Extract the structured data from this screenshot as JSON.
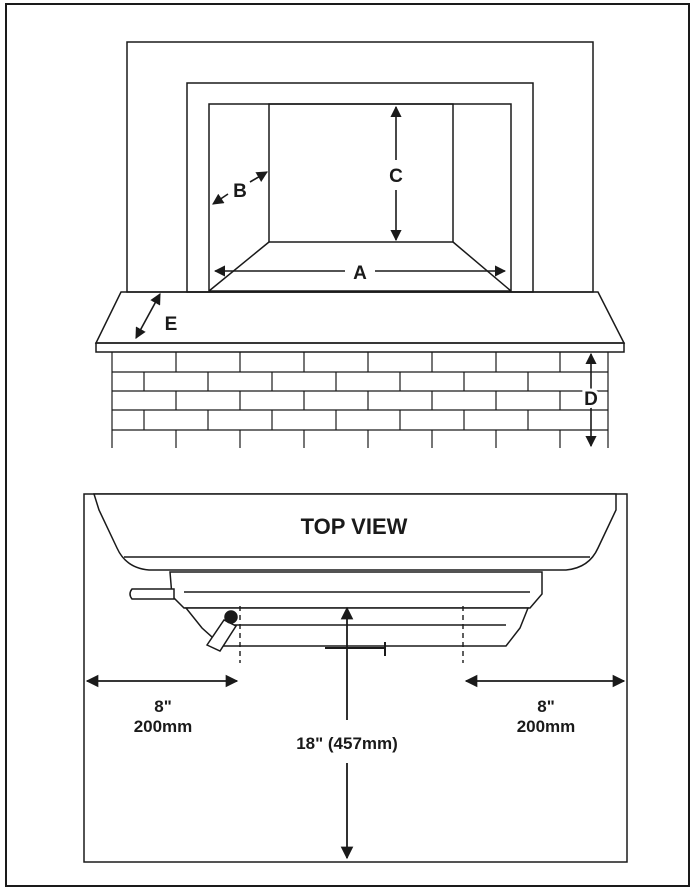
{
  "labels": {
    "a": "A",
    "b": "B",
    "c": "C",
    "d": "D",
    "e": "E",
    "top_view": "TOP VIEW",
    "left_clearance_in": "8\"",
    "left_clearance_mm": "200mm",
    "right_clearance_in": "8\"",
    "right_clearance_mm": "200mm",
    "front_clearance": "18\" (457mm)"
  },
  "colors": {
    "line": "#1a1a1a",
    "background": "#ffffff"
  }
}
